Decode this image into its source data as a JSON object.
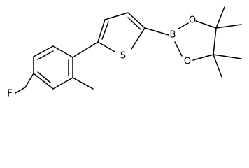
{
  "atom_labels": {
    "fluorine": "F",
    "sulfur": "S",
    "boron": "B",
    "oxygen_top": "O",
    "oxygen_bottom": "O"
  },
  "colors": {
    "bond": "#000000",
    "text": "#000000",
    "background": "#ffffff"
  }
}
